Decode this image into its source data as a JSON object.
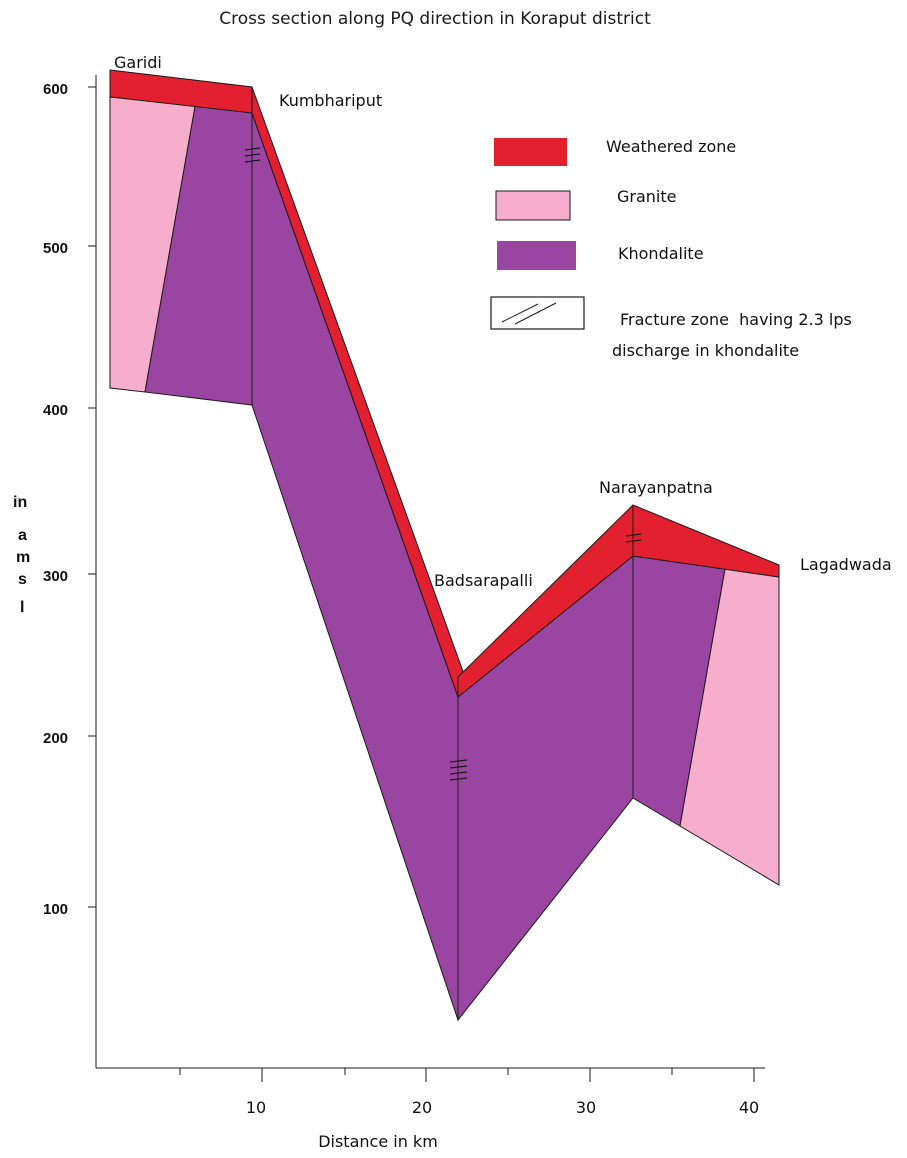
{
  "title": "Cross section along PQ direction in Koraput district",
  "axes": {
    "x_title": "Distance in km",
    "y_title_letters": [
      "in",
      "a",
      "m",
      "s",
      "l"
    ],
    "x_ticks": [
      "10",
      "20",
      "30",
      "40"
    ],
    "y_ticks": [
      "600",
      "500",
      "400",
      "300",
      "200",
      "100"
    ]
  },
  "places": {
    "garidi": "Garidi",
    "kumbhariput": "Kumbhariput",
    "badsarapalli": "Badsarapalli",
    "narayanpatna": "Narayanpatna",
    "lagadwada": "Lagadwada"
  },
  "legend": {
    "weathered": "Weathered zone",
    "granite": "Granite",
    "khondalite": "Khondalite",
    "fracture_line1": "Fracture zone  having 2.3 lps",
    "fracture_line2": "discharge in khondalite"
  },
  "colors": {
    "weathered": "#e3202f",
    "granite": "#f7aecd",
    "khondalite": "#9b45a3",
    "outline": "#1a1a1a"
  }
}
